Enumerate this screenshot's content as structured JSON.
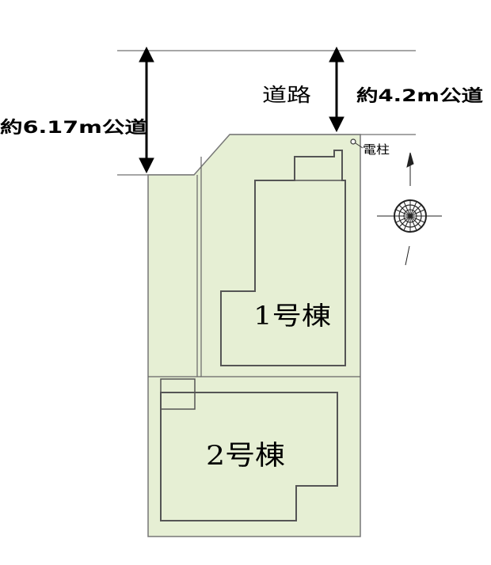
{
  "labels": {
    "road_left_width": "約6.17m公道",
    "road_name": "道路",
    "road_right_width": "約4.2m公道",
    "utility_pole": "電柱",
    "building_1": "1号棟",
    "building_2": "2号棟"
  },
  "colors": {
    "lot_fill": "#e6efd4",
    "line": "#3a3a3a",
    "text": "#000000"
  },
  "icons": {
    "compass": "compass-rose-icon",
    "pole": "utility-pole-icon"
  }
}
